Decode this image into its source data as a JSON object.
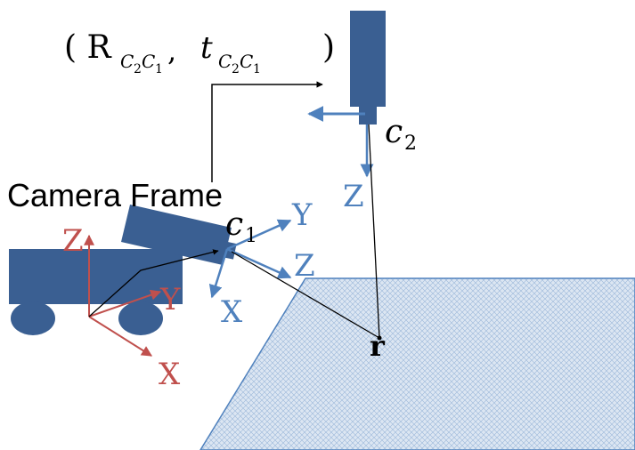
{
  "labels": {
    "transform": "( R",
    "transform_r_sub": "C",
    "transform_r_sub2": "2",
    "transform_r_sub3": "C",
    "transform_r_sub4": "1",
    "transform_sep": ",",
    "transform_t": "t",
    "transform_close": ")",
    "camera_frame": "Camera Frame",
    "c1": "c",
    "c1_sub": "1",
    "c2": "c",
    "c2_sub": "2",
    "r": "r",
    "c1_y": "Y",
    "c1_z": "Z",
    "c1_x": "X",
    "c2_z": "Z",
    "robot_z": "Z",
    "robot_y": "Y",
    "robot_x": "X"
  },
  "colors": {
    "body": "#3a5f92",
    "axis_blue": "#4f81bd",
    "axis_red": "#c0504d",
    "ground_fill": "#dce6f2",
    "ground_stroke": "#4f81bd",
    "line": "#000000"
  }
}
